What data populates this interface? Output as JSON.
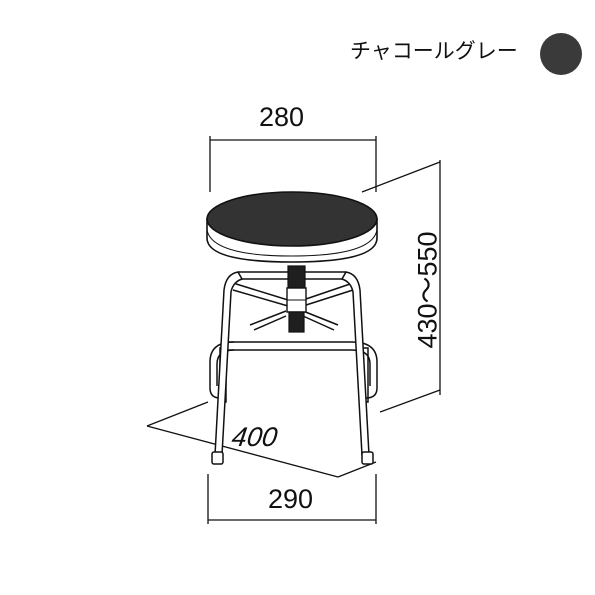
{
  "color_option": {
    "label": "チャコールグレー",
    "swatch_color": "#3a3a3a"
  },
  "dimensions": {
    "width_top": "280",
    "width_bottom": "290",
    "depth": "400",
    "height": "430～550"
  },
  "colors": {
    "line": "#111111",
    "seat": "#333333",
    "column": "#1f1f1f"
  }
}
